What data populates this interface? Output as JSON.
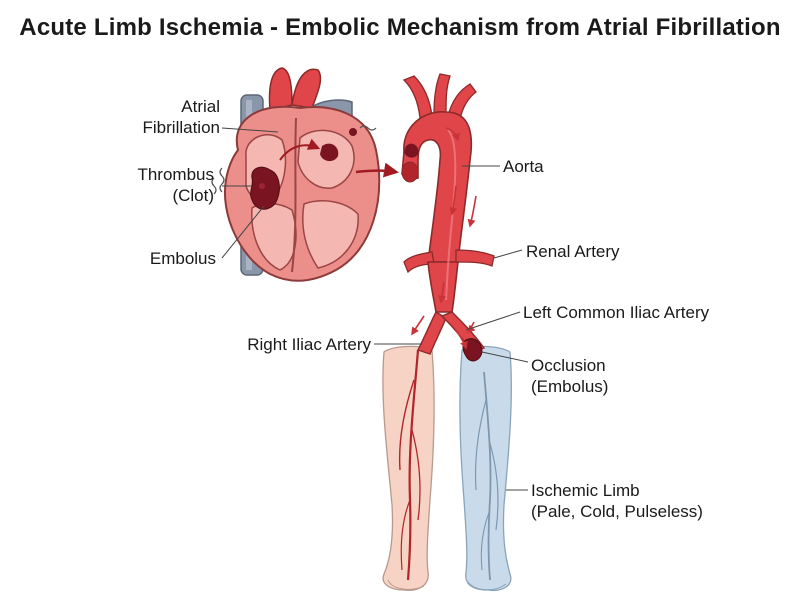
{
  "title": "Acute Limb Ischemia - Embolic Mechanism from Atrial Fibrillation",
  "labels": {
    "atrial_fibrillation": [
      "Atrial",
      "Fibrillation"
    ],
    "thrombus": [
      "Thrombus",
      "(Clot)"
    ],
    "embolus": "Embolus",
    "aorta": "Aorta",
    "renal_artery": "Renal Artery",
    "left_common_iliac": "Left Common Iliac Artery",
    "right_iliac": "Right Iliac Artery",
    "occlusion": [
      "Occlusion",
      "(Embolus)"
    ],
    "ischemic_limb": [
      "Ischemic Limb",
      "(Pale, Cold, Pulseless)"
    ]
  },
  "colors": {
    "artery": "#e0454a",
    "artery_dark": "#b2262b",
    "clot": "#7a1420",
    "heart": "#ec8f8b",
    "heart_light": "#f4b7b2",
    "vein": "#8a96aa",
    "healthy_leg": "#f6d3c4",
    "ischemic_leg": "#c9dbea",
    "arrow": "#a01c22",
    "leader": "#444444"
  }
}
